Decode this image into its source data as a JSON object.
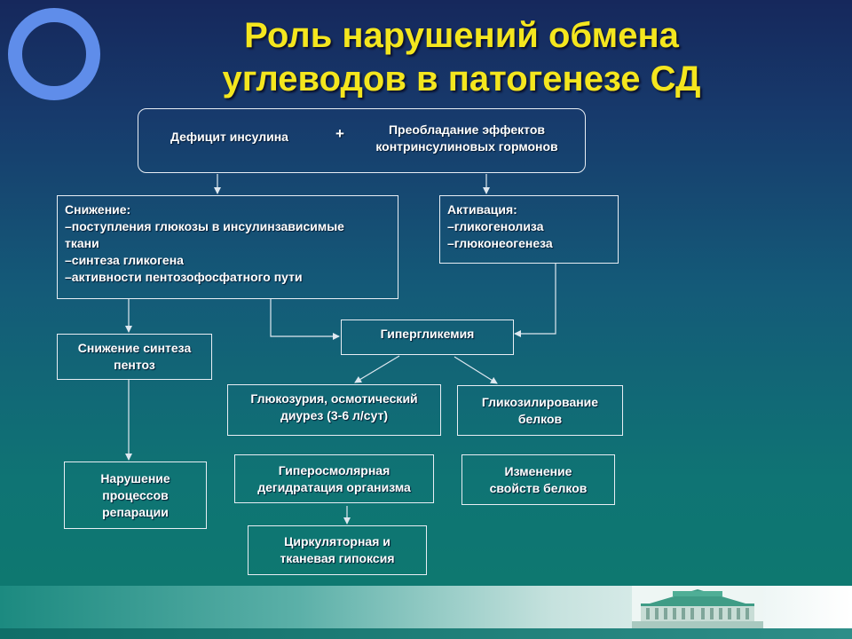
{
  "title": {
    "line1": "Роль нарушений обмена",
    "line2": "углеводов в патогенезе СД"
  },
  "diagram": {
    "top_box": {
      "left": "Дефицит инсулина",
      "plus": "+",
      "right_line1": "Преобладание эффектов",
      "right_line2": "контринсулиновых гормонов"
    },
    "decrease": {
      "heading": "Снижение:",
      "line1": "–поступления глюкозы в инсулинзависимые",
      "line2": "ткани",
      "line3": "–синтеза гликогена",
      "line4": "–активности пентозофосфатного пути"
    },
    "activation": {
      "heading": "Активация:",
      "line1": "–гликогенолиза",
      "line2": "–глюконеогенеза"
    },
    "pentose": {
      "line1": "Снижение синтеза",
      "line2": "пентоз"
    },
    "hyperglycemia": {
      "label": "Гипергликемия"
    },
    "glucosuria": {
      "line1": "Глюкозурия, осмотический",
      "line2": "диурез (3-6 л/сут)"
    },
    "glycosylation": {
      "line1": "Гликозилирование",
      "line2": "белков"
    },
    "repair": {
      "line1": "Нарушение",
      "line2": "процессов",
      "line3": "репарации"
    },
    "hyperosmolar": {
      "line1": "Гиперосмолярная",
      "line2": "дегидратация организма"
    },
    "protein_change": {
      "line1": "Изменение",
      "line2": "свойств белков"
    },
    "hypoxia": {
      "line1": "Циркуляторная и",
      "line2": "тканевая  гипоксия"
    }
  },
  "colors": {
    "title": "#f4e61e",
    "ring": "#5f8dea",
    "box_border": "#e8eef4",
    "arrow": "#dfe8f0"
  },
  "icons": {
    "ring": "ring-circle-icon",
    "building": "building-logo-icon"
  }
}
